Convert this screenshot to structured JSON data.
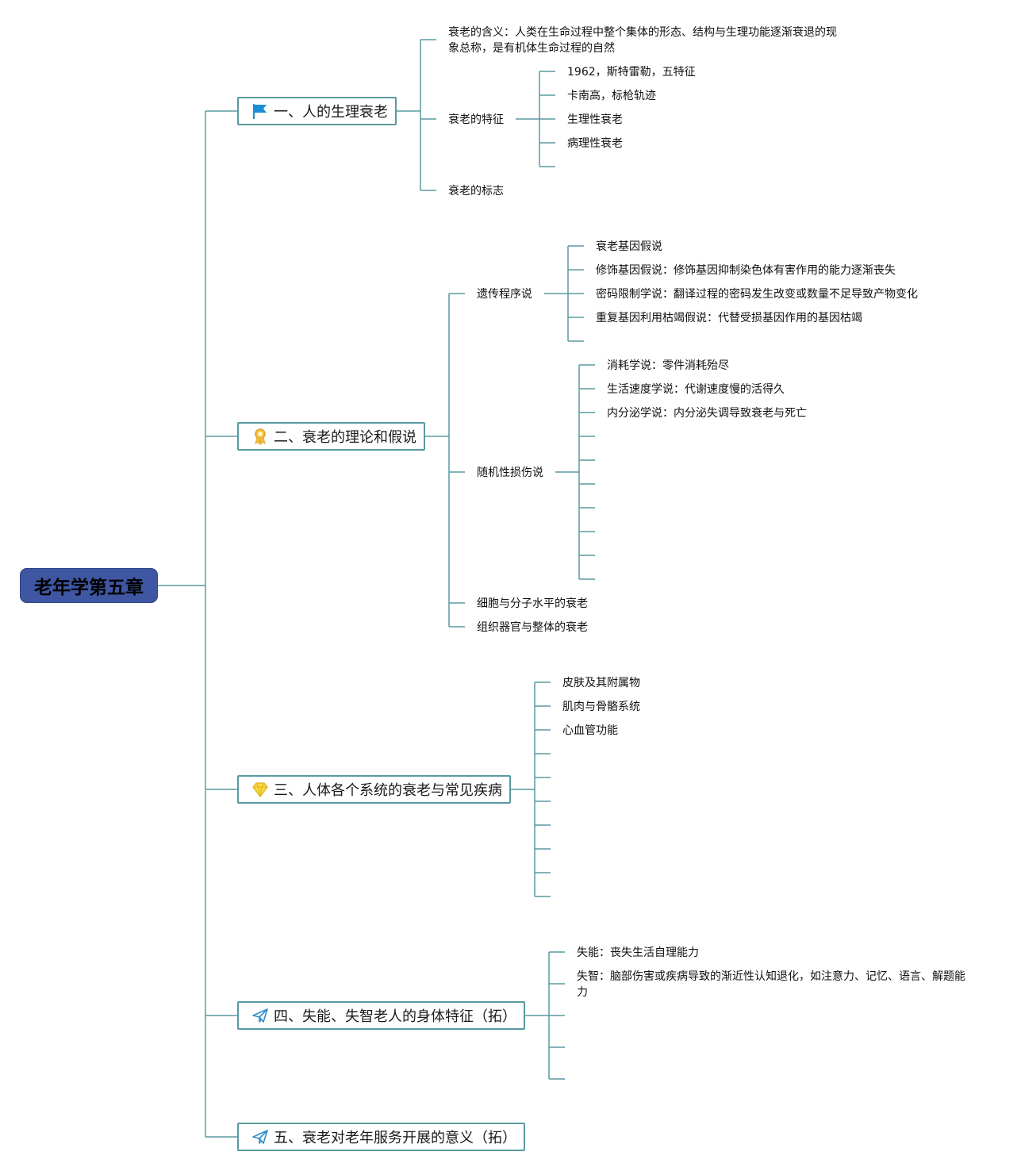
{
  "root": {
    "label": "老年学第五章",
    "color": "#3f57a2"
  },
  "line_color": "#5a9aa0",
  "branches": [
    {
      "label": "一、人的生理衰老",
      "icon": "flag-icon",
      "children": [
        {
          "label": "衰老的含义：人类在生命过程中整个集体的形态、结构与生理功能逐渐衰退的现象总称，是有机体生命过程的自然"
        },
        {
          "label": "衰老的特征",
          "children": [
            {
              "label": "1962，斯特雷勒，五特征"
            },
            {
              "label": "卡南高，标枪轨迹"
            },
            {
              "label": "生理性衰老"
            },
            {
              "label": "病理性衰老"
            }
          ]
        },
        {
          "label": "衰老的标志"
        }
      ]
    },
    {
      "label": "二、衰老的理论和假说",
      "icon": "award-ribbon-icon",
      "children": [
        {
          "label": "遗传程序说",
          "children": [
            {
              "label": "衰老基因假说"
            },
            {
              "label": "修饰基因假说：修饰基因抑制染色体有害作用的能力逐渐丧失"
            },
            {
              "label": "密码限制学说：翻译过程的密码发生改变或数量不足导致产物变化"
            },
            {
              "label": "重复基因利用枯竭假说：代替受损基因作用的基因枯竭"
            }
          ]
        },
        {
          "label": "随机性损伤说",
          "children": [
            {
              "label": "消耗学说：零件消耗殆尽"
            },
            {
              "label": "生活速度学说：代谢速度慢的活得久"
            },
            {
              "label": "内分泌学说：内分泌失调导致衰老与死亡"
            }
          ]
        },
        {
          "label": "细胞与分子水平的衰老"
        },
        {
          "label": "组织器官与整体的衰老"
        }
      ]
    },
    {
      "label": "三、人体各个系统的衰老与常见疾病",
      "icon": "diamond-icon",
      "children": [
        {
          "label": "皮肤及其附属物"
        },
        {
          "label": "肌肉与骨骼系统"
        },
        {
          "label": "心血管功能"
        }
      ]
    },
    {
      "label": "四、失能、失智老人的身体特征（拓）",
      "icon": "paper-plane-icon",
      "children": [
        {
          "label": "失能：丧失生活自理能力"
        },
        {
          "label": "失智：脑部伤害或疾病导致的渐近性认知退化，如注意力、记忆、语言、解题能力"
        }
      ]
    },
    {
      "label": "五、衰老对老年服务开展的意义（拓）",
      "icon": "paper-plane-icon"
    }
  ]
}
